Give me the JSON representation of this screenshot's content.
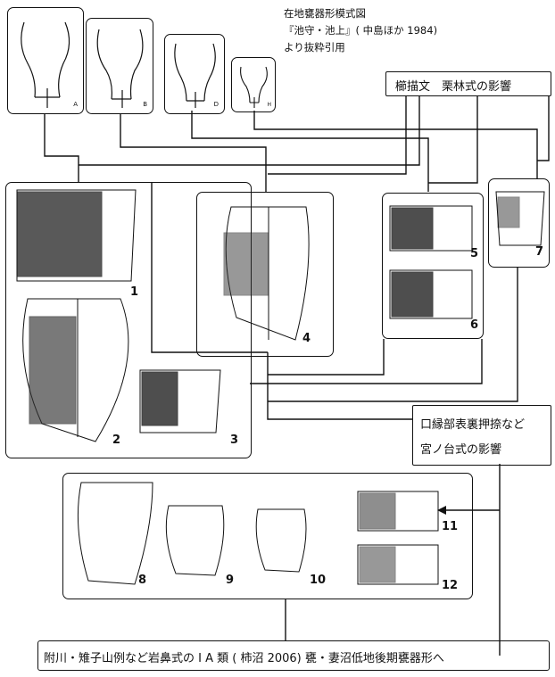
{
  "header": {
    "caption_lines": [
      "在地甕器形模式図",
      "『池守・池上』( 中島ほか 1984)",
      "より抜粋引用"
    ]
  },
  "form_labels": [
    "A",
    "B",
    "D",
    "H"
  ],
  "influence_top": "櫛描文　栗林式の影響",
  "influence_mid_lines": [
    "口縁部表裏押捺など",
    "宮ノ台式の影響"
  ],
  "bottom_text": "附川・雉子山例など岩鼻式の I A 類 ( 柿沼 2006) 甕・妻沼低地後期甕器形へ",
  "vessel_numbers": [
    "1",
    "2",
    "3",
    "4",
    "5",
    "6",
    "7",
    "8",
    "9",
    "10",
    "11",
    "12"
  ],
  "colors": {
    "line": "#111111",
    "background": "#ffffff"
  }
}
